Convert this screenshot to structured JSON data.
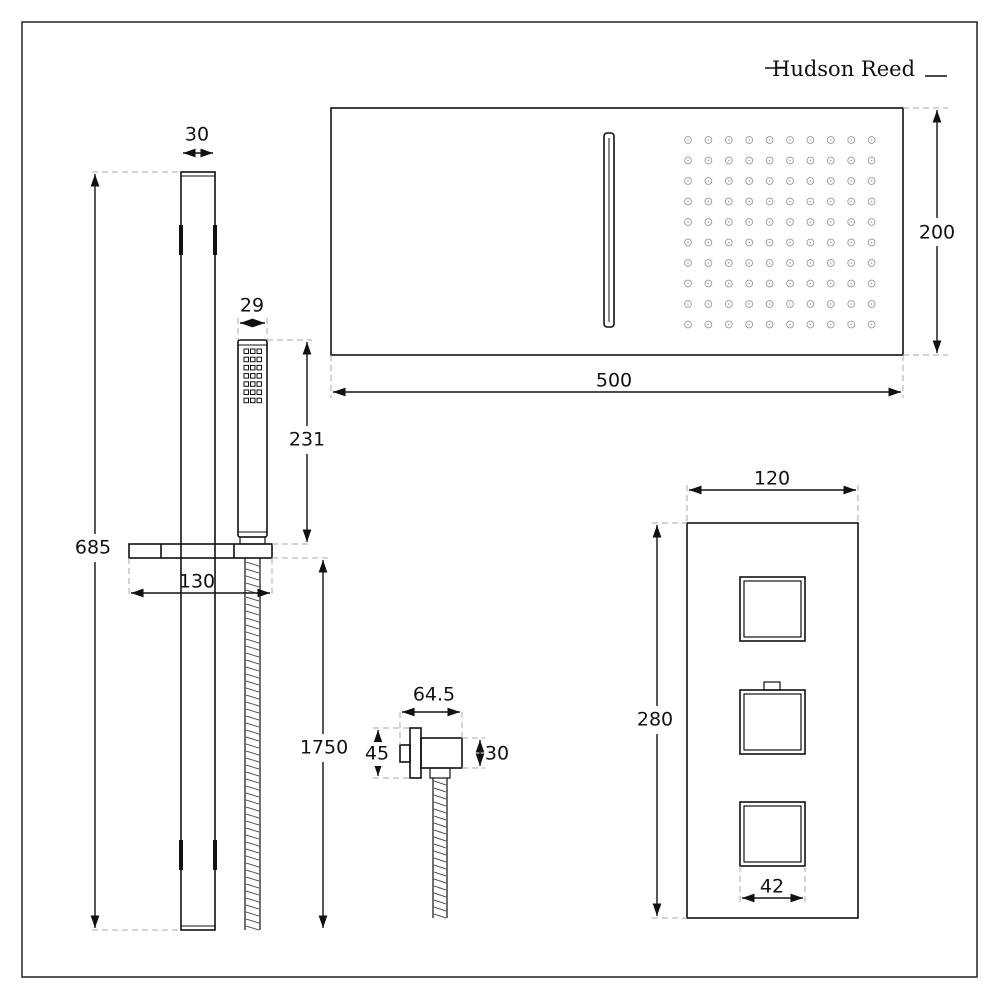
{
  "brand": {
    "logo_text": "Hudson Reed"
  },
  "dimensions": {
    "rail_width": "30",
    "rail_height": "685",
    "handset_width": "29",
    "handset_height": "231",
    "slider_width": "130",
    "hose_length": "1750",
    "head_height": "200",
    "head_width": "500",
    "outlet_width": "64.5",
    "outlet_plate_height": "45",
    "outlet_body_height": "30",
    "valve_width": "120",
    "valve_height": "280",
    "valve_handle_width": "42"
  },
  "colors": {
    "line": "#111111",
    "extension": "#aaaaaa",
    "nozzle": "#999999"
  }
}
